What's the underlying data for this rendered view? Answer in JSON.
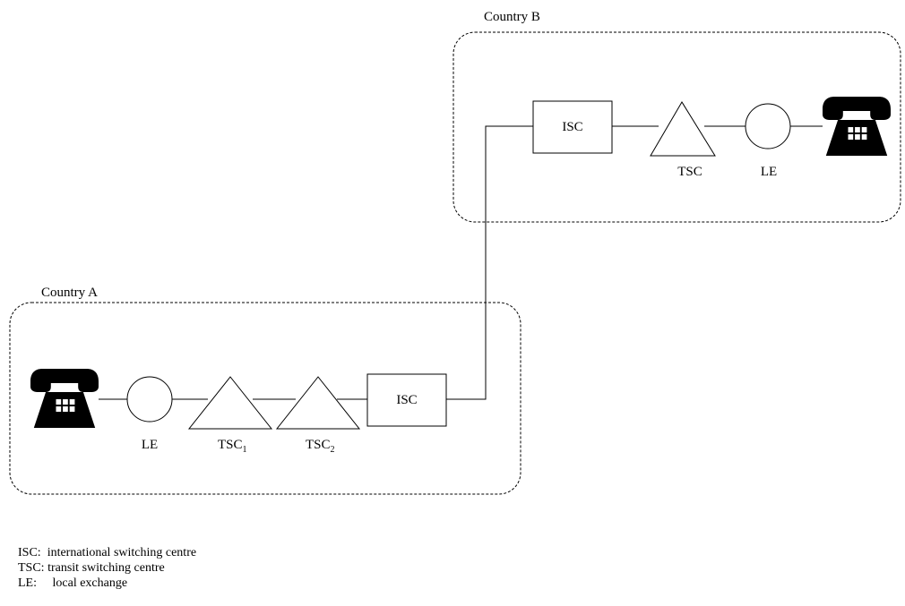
{
  "regions": {
    "country_a": "Country A",
    "country_b": "Country B"
  },
  "nodes": {
    "a_le": "LE",
    "a_tsc1": {
      "main": "TSC",
      "sub": "1"
    },
    "a_tsc2": {
      "main": "TSC",
      "sub": "2"
    },
    "a_isc": "ISC",
    "b_isc": "ISC",
    "b_tsc": "TSC",
    "b_le": "LE"
  },
  "legend": [
    {
      "abbr": "ISC:",
      "text": "international switching centre"
    },
    {
      "abbr": "TSC:",
      "text": "transit switching centre"
    },
    {
      "abbr": "LE:",
      "text": "local exchange"
    }
  ],
  "icons": [
    "telephone-icon"
  ]
}
